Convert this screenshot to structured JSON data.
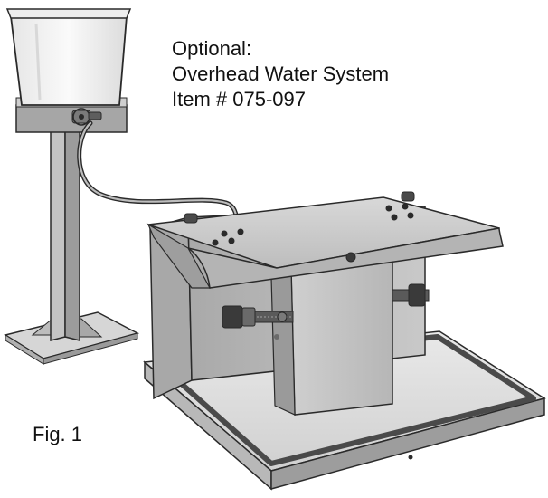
{
  "callout": {
    "line1": "Optional:",
    "line2": "Overhead Water System",
    "line3": "Item # 075-097"
  },
  "figure": {
    "label": "Fig. 1"
  },
  "colors": {
    "outline": "#2a2a2a",
    "metal_light": "#e4e4e4",
    "metal_mid": "#c8c8c8",
    "metal_dark": "#8e8e8e",
    "tray_rim": "#6a6a6a",
    "tank": "#f4f4f4"
  }
}
